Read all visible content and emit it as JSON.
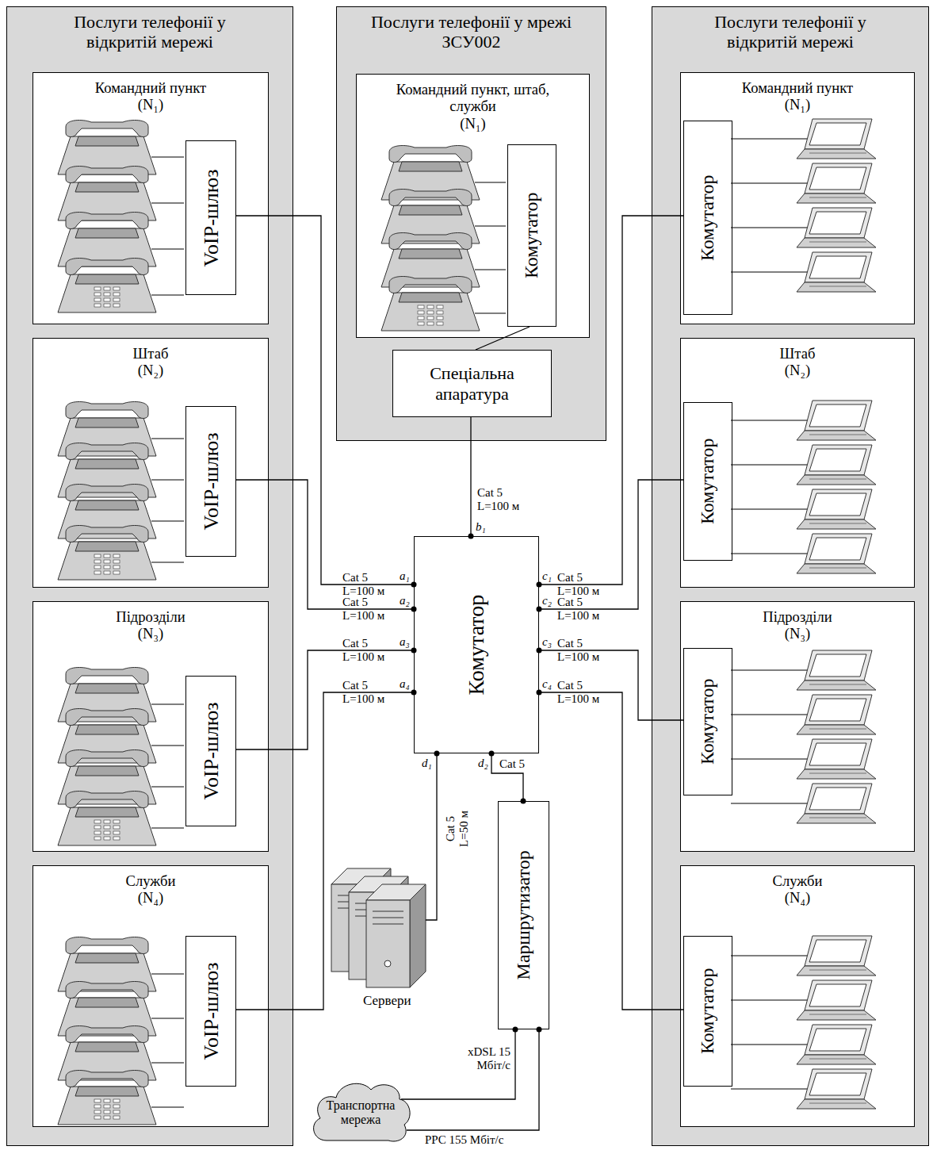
{
  "diagram": {
    "nodes": [
      {
        "text": [
          "Послуги телефонії у відкритій мережі"
        ]
      },
      {
        "text": [
          "Командний пункт",
          "(N₁)"
        ],
        "in": 0
      },
      {
        "text": [
          "VoIP-шлюз"
        ],
        "in": 1
      },
      {
        "text": [
          "Штаб",
          "(N₂)"
        ],
        "in": 0
      },
      {
        "text": [
          "VoIP-шлюз"
        ],
        "in": 3
      },
      {
        "text": [
          "Підрозділи",
          "(N₃)"
        ],
        "in": 0
      },
      {
        "text": [
          "VoIP-шлюз"
        ],
        "in": 5
      },
      {
        "text": [
          "Служби",
          "(N₄)"
        ],
        "in": 0
      },
      {
        "text": [
          "VoIP-шлюз"
        ],
        "in": 7
      },
      {
        "text": [
          "Послуги телефонії у мрежі ЗСУ002"
        ]
      },
      {
        "text": [
          "Командний пункт, штаб, служби",
          "(N₁)"
        ],
        "in": 9
      },
      {
        "text": [
          "Комутатор"
        ],
        "in": 10
      },
      {
        "text": [
          "Спеціальна апаратура"
        ],
        "in": 9
      },
      {
        "text": [
          "Послуги телефонії у відкритій мережі"
        ]
      },
      {
        "text": [
          "Командний пункт",
          "(N₁)"
        ],
        "in": 13
      },
      {
        "text": [
          "Комутатор"
        ],
        "in": 14
      },
      {
        "text": [
          "Штаб",
          "(N₂)"
        ],
        "in": 13
      },
      {
        "text": [
          "Комутатор"
        ],
        "in": 16
      },
      {
        "text": [
          "Підрозділи",
          "(N₃)"
        ],
        "in": 13
      },
      {
        "text": [
          "Комутатор"
        ],
        "in": 18
      },
      {
        "text": [
          "Служби",
          "(N₄)"
        ],
        "in": 13
      },
      {
        "text": [
          "Комутатор"
        ],
        "in": 20
      },
      {
        "text": [
          "Комутатор"
        ]
      },
      {
        "text": [
          "Маршрутизатор"
        ]
      },
      {
        "text": [
          "Транспортна мережа"
        ]
      }
    ],
    "edges": [
      {
        "from": 2,
        "to": 22,
        "arrow": "none",
        "label": "Cat 5 L=100 м"
      },
      {
        "from": 4,
        "to": 22,
        "arrow": "none",
        "label": "Cat 5 L=100 м"
      },
      {
        "from": 6,
        "to": 22,
        "arrow": "none",
        "label": "Cat 5 L=100 м"
      },
      {
        "from": 8,
        "to": 22,
        "arrow": "none",
        "label": "Cat 5 L=100 м"
      },
      {
        "from": 11,
        "to": 12,
        "arrow": "none"
      },
      {
        "from": 12,
        "to": 22,
        "arrow": "none",
        "label": "Cat 5 L=100 м"
      },
      {
        "from": 15,
        "to": 22,
        "arrow": "none",
        "label": "Cat 5 L=100 м"
      },
      {
        "from": 17,
        "to": 22,
        "arrow": "none",
        "label": "Cat 5 L=100 м"
      },
      {
        "from": 19,
        "to": 22,
        "arrow": "none",
        "label": "Cat 5 L=100 м"
      },
      {
        "from": 21,
        "to": 22,
        "arrow": "none",
        "label": "Cat 5 L=100 м"
      },
      {
        "from": 22,
        "to": 23,
        "arrow": "none",
        "label": "Cat 5"
      },
      {
        "from": 23,
        "to": 24,
        "arrow": "none",
        "label": "xDSL 15 Мбіт/с"
      },
      {
        "from": 23,
        "to": 24,
        "arrow": "none",
        "label": "РРС 155 Мбіт/с"
      }
    ],
    "labels": [
      "a₁",
      "a₂",
      "a₃",
      "a₄",
      "b₁",
      "c₁",
      "c₂",
      "c₃",
      "c₄",
      "d₁",
      "d₂",
      "Cat 5 L=50 м",
      "Сервери"
    ]
  }
}
